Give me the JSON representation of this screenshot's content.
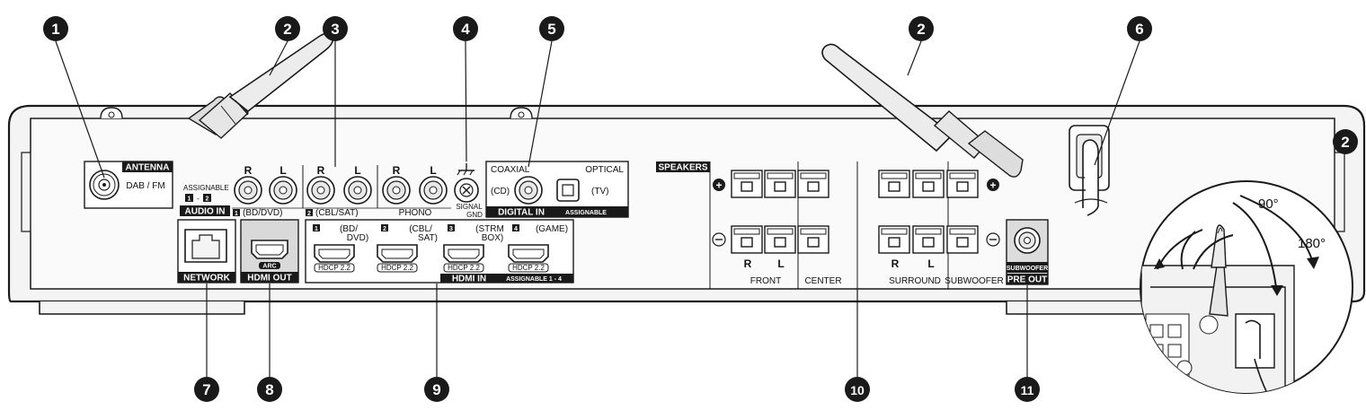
{
  "callouts": [
    "1",
    "2",
    "3",
    "4",
    "5",
    "6",
    "7",
    "8",
    "9",
    "10",
    "11"
  ],
  "antenna": {
    "title": "ANTENNA",
    "band": "DAB / FM"
  },
  "audio_in": {
    "assignable": "ASSIGNABLE",
    "assign_nums": "1 - 2",
    "title": "AUDIO IN",
    "r": "R",
    "l": "L",
    "group1_num": "1",
    "group1": "(BD/DVD)",
    "group2_num": "2",
    "group2": "(CBL/SAT)",
    "phono": "PHONO"
  },
  "ground": {
    "line1": "SIGNAL",
    "line2": "GND"
  },
  "digital_in": {
    "coaxial": "COAXIAL",
    "optical": "OPTICAL",
    "cd": "(CD)",
    "tv": "(TV)",
    "title": "DIGITAL IN",
    "assignable": "ASSIGNABLE"
  },
  "network": {
    "title": "NETWORK"
  },
  "hdmi_out": {
    "title": "HDMI OUT",
    "arc": "ARC"
  },
  "hdmi_in": {
    "title": "HDMI IN",
    "assignable": "ASSIGNABLE 1 - 4",
    "hdcp": "HDCP 2.2",
    "ports": [
      {
        "num": "1",
        "l1": "(BD/",
        "l2": "DVD)"
      },
      {
        "num": "2",
        "l1": "(CBL/",
        "l2": "SAT)"
      },
      {
        "num": "3",
        "l1": "(STRM",
        "l2": "BOX)"
      },
      {
        "num": "4",
        "l1": "(GAME)",
        "l2": ""
      }
    ]
  },
  "speakers": {
    "title": "SPEAKERS",
    "front": "FRONT",
    "center": "CENTER",
    "surround": "SURROUND",
    "subwoofer": "SUBWOOFER",
    "r": "R",
    "l": "L"
  },
  "sub_pre_out": {
    "top": "SUBWOOFER",
    "bottom": "PRE OUT"
  },
  "angles": {
    "a90": "90°",
    "a180": "180°"
  }
}
